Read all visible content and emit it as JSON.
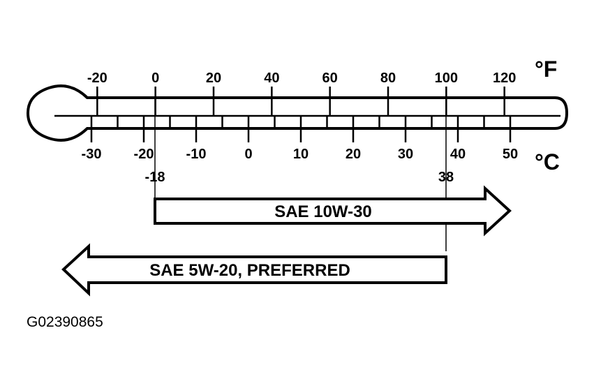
{
  "fahrenheit": {
    "unit": "°F",
    "ticks": [
      -20,
      0,
      20,
      40,
      60,
      80,
      100,
      120
    ]
  },
  "celsius": {
    "unit": "°C",
    "ticks": [
      -30,
      -20,
      -10,
      0,
      10,
      20,
      30,
      40,
      50
    ]
  },
  "markers": [
    {
      "label": "-18",
      "celsius": -17.8
    },
    {
      "label": "38",
      "celsius": 37.8
    }
  ],
  "ranges": [
    {
      "label": "SAE 10W-30",
      "from_celsius": -17.8,
      "direction": "right"
    },
    {
      "label": "SAE 5W-20, PREFERRED",
      "to_celsius": 37.8,
      "direction": "left"
    }
  ],
  "figure_id": "G02390865",
  "colors": {
    "ink": "#000000",
    "paper": "#ffffff"
  }
}
